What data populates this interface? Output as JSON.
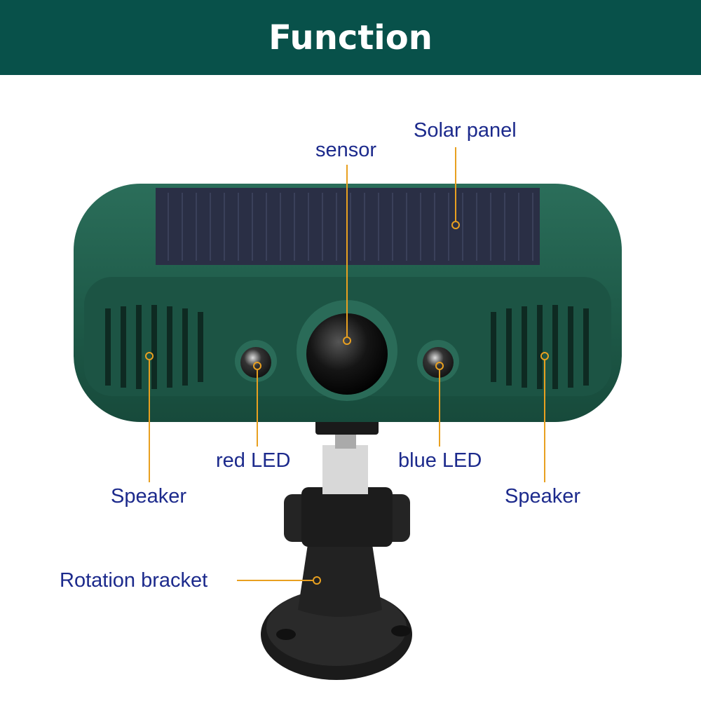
{
  "header": {
    "title": "Function"
  },
  "labels": {
    "solar_panel": "Solar panel",
    "sensor": "sensor",
    "red_led": "red LED",
    "blue_led": "blue LED",
    "speaker_left": "Speaker",
    "speaker_right": "Speaker",
    "rotation_bracket": "Rotation bracket"
  },
  "colors": {
    "header": "#08514a",
    "label_text": "#1c2a8c",
    "callout": "#e8a020",
    "device_body": "#1f5c4a"
  }
}
